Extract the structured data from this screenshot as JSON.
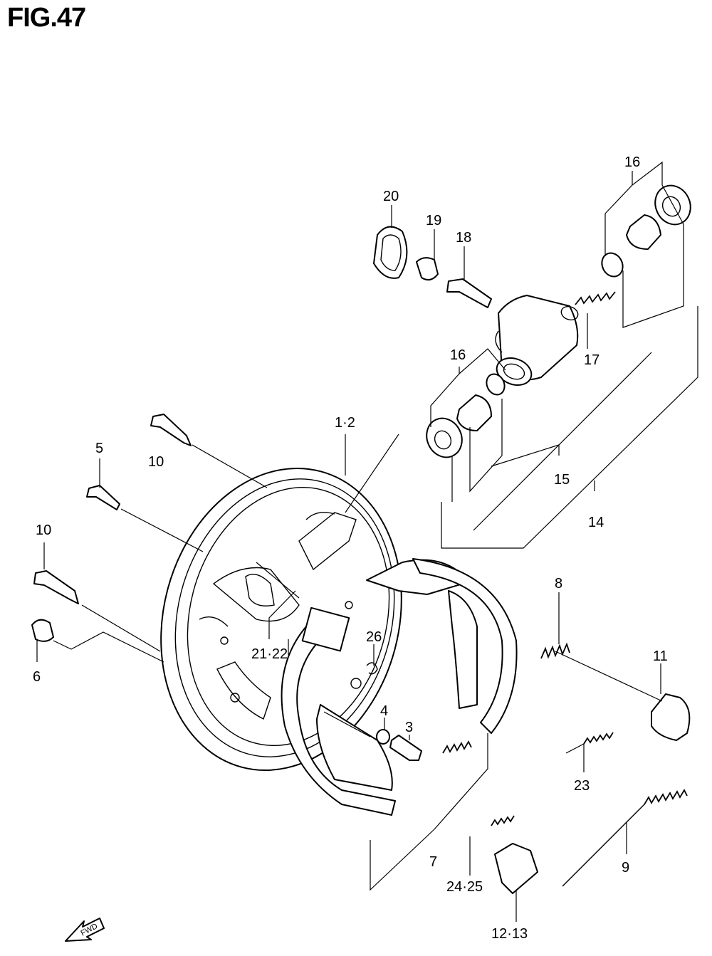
{
  "figure": {
    "title": "FIG.47"
  },
  "callouts": [
    {
      "id": "c16a",
      "text": "16"
    },
    {
      "id": "c20",
      "text": "20"
    },
    {
      "id": "c19",
      "text": "19"
    },
    {
      "id": "c18",
      "text": "18"
    },
    {
      "id": "c17",
      "text": "17"
    },
    {
      "id": "c16b",
      "text": "16"
    },
    {
      "id": "c12",
      "text": "1·2"
    },
    {
      "id": "c10a",
      "text": "10"
    },
    {
      "id": "c5",
      "text": "5"
    },
    {
      "id": "c15",
      "text": "15"
    },
    {
      "id": "c14",
      "text": "14"
    },
    {
      "id": "c10b",
      "text": "10"
    },
    {
      "id": "c8",
      "text": "8"
    },
    {
      "id": "c2122",
      "text": "21·22"
    },
    {
      "id": "c26",
      "text": "26"
    },
    {
      "id": "c6",
      "text": "6"
    },
    {
      "id": "c11",
      "text": "11"
    },
    {
      "id": "c4",
      "text": "4"
    },
    {
      "id": "c3",
      "text": "3"
    },
    {
      "id": "c23",
      "text": "23"
    },
    {
      "id": "c7",
      "text": "7"
    },
    {
      "id": "c9",
      "text": "9"
    },
    {
      "id": "c2425",
      "text": "24·25"
    },
    {
      "id": "c1213",
      "text": "12·13"
    }
  ],
  "fwd_arrow": {
    "label": "FWD"
  }
}
